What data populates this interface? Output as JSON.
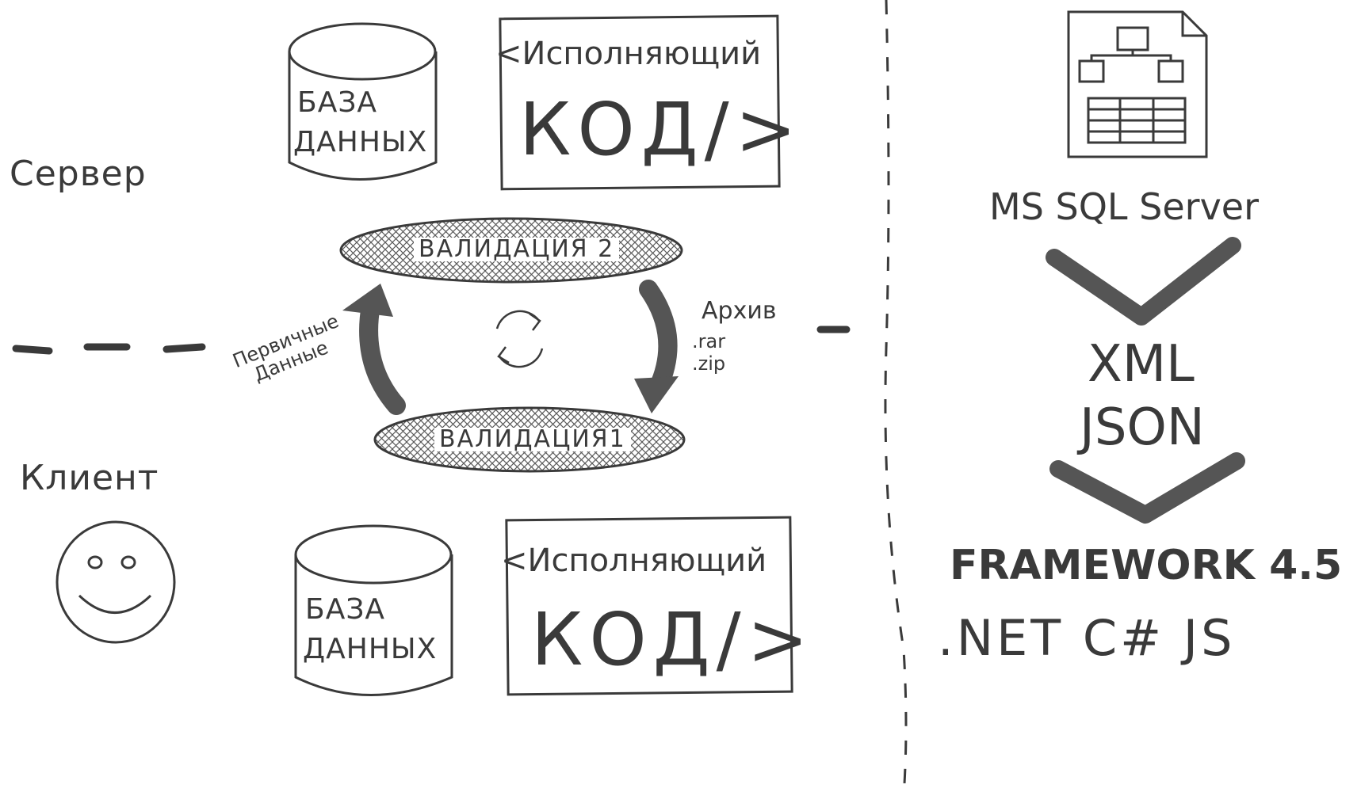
{
  "labels": {
    "server": "Сервер",
    "client": "Клиент"
  },
  "database": {
    "line1": "БАЗА",
    "line2": "ДАННЫХ"
  },
  "code": {
    "top": "<Исполняющий",
    "big": "КОД/>"
  },
  "validation": {
    "v2": "ВАЛИДАЦИЯ 2",
    "v1": "ВАЛИДАЦИЯ1"
  },
  "flows": {
    "primary_line1": "Первичные",
    "primary_line2": "Данные",
    "archive_title": "Архив",
    "archive_ext1": ".rar",
    "archive_ext2": ".zip"
  },
  "tech": {
    "db": "MS SQL Server",
    "format1": "XML",
    "format2": "JSON",
    "framework": "FRAMEWORK 4.5",
    "stack": ".NET C# JS"
  },
  "colors": {
    "ink": "#3a3a3a",
    "arrow": "#555555",
    "background": "#ffffff"
  },
  "icons": {
    "refresh": "refresh-icon",
    "smiley": "smiley-face-icon",
    "document": "xml-document-icon"
  }
}
